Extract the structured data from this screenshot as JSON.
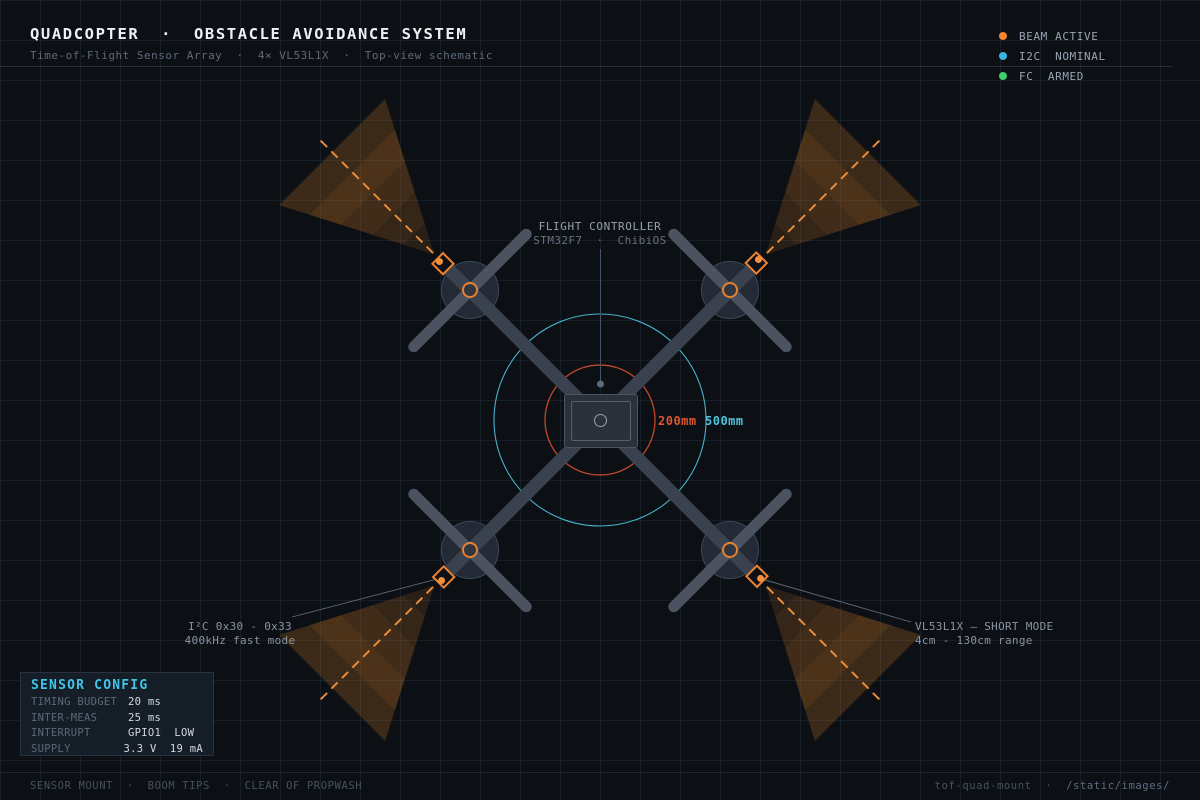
{
  "header": {
    "title": "QUADCOPTER  ·  OBSTACLE AVOIDANCE SYSTEM",
    "subtitle": "Time-of-Flight Sensor Array  ·  4× VL53L1X  ·  Top-view schematic"
  },
  "legend": {
    "items": [
      {
        "label": "BEAM ACTIVE",
        "color": "#f5862e"
      },
      {
        "label": "I2C  NOMINAL",
        "color": "#38b6e0"
      },
      {
        "label": "FC  ARMED",
        "color": "#3ecf6e"
      }
    ]
  },
  "center": {
    "fc_line1": "FLIGHT CONTROLLER",
    "fc_line2": "STM32F7  ·  ChibiOS",
    "inner_radius_label": "200mm",
    "outer_radius_label": "500mm"
  },
  "callouts": {
    "left": {
      "line1": "I²C 0x30 - 0x33",
      "line2": "400kHz fast mode"
    },
    "right": {
      "line1": "VL53L1X – SHORT MODE",
      "line2": "4cm - 130cm range"
    }
  },
  "panel": {
    "title": "SENSOR CONFIG",
    "rows": [
      {
        "label": "TIMING BUDGET",
        "value": "20 ms"
      },
      {
        "label": "INTER-MEAS",
        "value": "25 ms"
      },
      {
        "label": "INTERRUPT",
        "value": "GPIO1  LOW"
      },
      {
        "label": "SUPPLY",
        "value": "3.3 V  19 mA"
      }
    ]
  },
  "footer": {
    "left": "SENSOR MOUNT  ·  BOOM TIPS  ·  CLEAR OF PROPWASH",
    "right_name": "tof-quad-mount",
    "right_sep": "  ·  ",
    "right_path": "/static/images/"
  },
  "colors": {
    "background": "#0c1015",
    "grid_line": "#1b2531",
    "accent_orange": "#ef8330",
    "beam_fill": "#cd7722",
    "inner_radius": "#dd5730",
    "outer_radius": "#4fc3dd",
    "i2c_status": "#38b6e0",
    "fc_status": "#3ecf6e",
    "panel_title": "#3fc6e8"
  }
}
